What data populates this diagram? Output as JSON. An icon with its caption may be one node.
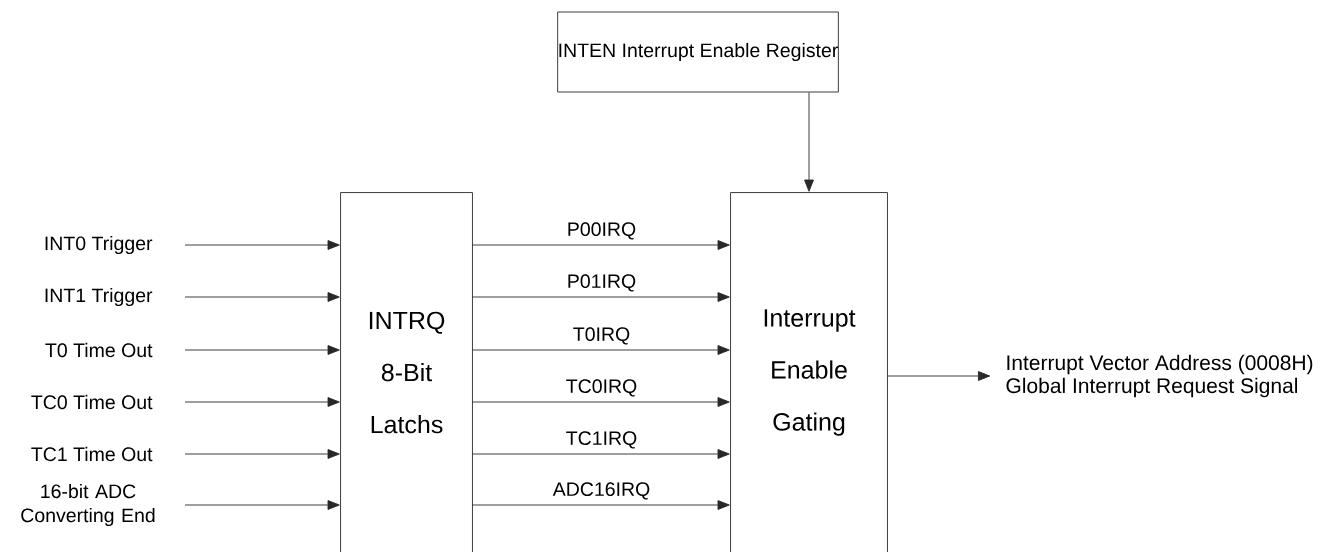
{
  "diagram": {
    "nodes": [
      {
        "text": [
          "INTEN Interrupt Enable Register"
        ]
      },
      {
        "text": [
          "INTRQ",
          "8-Bit",
          "Latchs"
        ]
      },
      {
        "text": [
          "Interrupt",
          "Enable",
          "Gating"
        ]
      },
      {
        "text": [
          "INT0 Trigger"
        ]
      },
      {
        "text": [
          "INT1 Trigger"
        ]
      },
      {
        "text": [
          "T0 Time Out"
        ]
      },
      {
        "text": [
          "TC0 Time Out"
        ]
      },
      {
        "text": [
          "TC1 Time Out"
        ]
      },
      {
        "text": [
          "16-bit ADC Converting End"
        ]
      },
      {
        "text": [
          "Interrupt Vector Address (0008H)",
          "Global Interrupt Request Signal"
        ]
      }
    ],
    "edges": [
      {
        "from": 3,
        "to": 1,
        "arrow": "to"
      },
      {
        "from": 4,
        "to": 1,
        "arrow": "to"
      },
      {
        "from": 5,
        "to": 1,
        "arrow": "to"
      },
      {
        "from": 6,
        "to": 1,
        "arrow": "to"
      },
      {
        "from": 7,
        "to": 1,
        "arrow": "to"
      },
      {
        "from": 8,
        "to": 1,
        "arrow": "to"
      },
      {
        "from": 1,
        "to": 2,
        "arrow": "to",
        "label": "P00IRQ"
      },
      {
        "from": 1,
        "to": 2,
        "arrow": "to",
        "label": "P01IRQ"
      },
      {
        "from": 1,
        "to": 2,
        "arrow": "to",
        "label": "T0IRQ"
      },
      {
        "from": 1,
        "to": 2,
        "arrow": "to",
        "label": "TC0IRQ"
      },
      {
        "from": 1,
        "to": 2,
        "arrow": "to",
        "label": "TC1IRQ"
      },
      {
        "from": 1,
        "to": 2,
        "arrow": "to",
        "label": "ADC16IRQ"
      },
      {
        "from": 0,
        "to": 2,
        "arrow": "to"
      },
      {
        "from": 2,
        "to": 9,
        "arrow": "to"
      }
    ]
  }
}
